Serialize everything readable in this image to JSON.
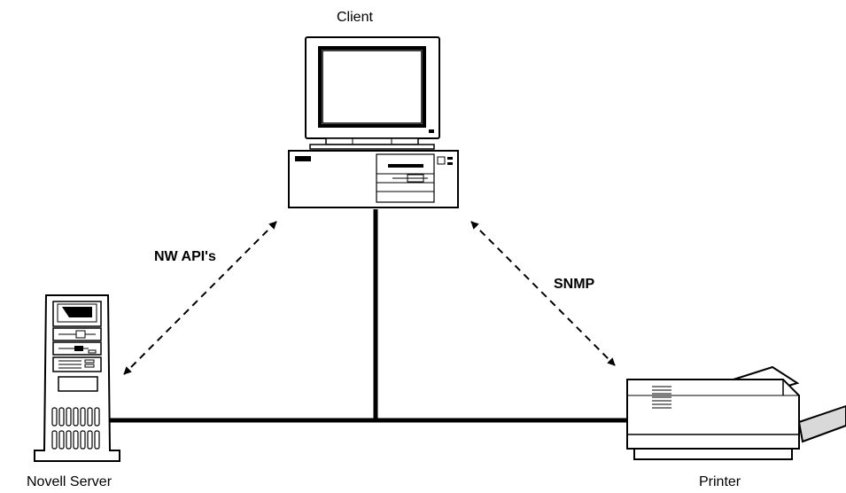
{
  "nodes": {
    "client": {
      "label": "Client"
    },
    "server": {
      "label": "Novell Server"
    },
    "printer": {
      "label": "Printer"
    }
  },
  "links": {
    "client_server": {
      "label": "NW API's",
      "style": "dashed",
      "arrows": "both"
    },
    "client_printer": {
      "label": "SNMP",
      "style": "dashed",
      "arrows": "both"
    },
    "network_bus": {
      "style": "solid"
    }
  },
  "colors": {
    "line": "#000000",
    "background": "#ffffff",
    "paper_tray": "#d9d9d9"
  }
}
